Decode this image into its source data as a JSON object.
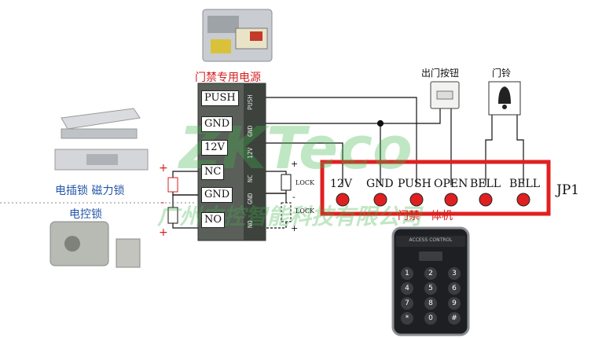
{
  "psu": {
    "title": "门禁专用电源",
    "terminals": [
      "PUSH",
      "GND",
      "12V",
      "NC",
      "GND",
      "NO"
    ],
    "side_labels": [
      "PUSH",
      "GND",
      "12V",
      "NC",
      "GND",
      "NO"
    ]
  },
  "exit_button": {
    "label": "出门按钮"
  },
  "doorbell": {
    "label": "门铃"
  },
  "controller": {
    "terminals": [
      "12V",
      "GND",
      "PUSH",
      "OPEN",
      "BELL",
      "BELL"
    ],
    "jp_label": "JP1",
    "caption": "门禁一体机",
    "keypad_header": "ACCESS CONTROL"
  },
  "locks": {
    "strike_magnetic": "电插锁 磁力锁",
    "electric_control": "电控锁",
    "lock_label_1": "LOCK",
    "lock_label_2": "LOCK"
  },
  "watermark": {
    "logo": "ZKTeco",
    "company": "广州中控智能科技有限公司"
  },
  "keypad": {
    "keys": [
      "1",
      "2",
      "3",
      "4",
      "5",
      "6",
      "7",
      "8",
      "9",
      "*",
      "0",
      "#"
    ]
  },
  "colors": {
    "wire": "#111111",
    "red_box": "#e02020",
    "plus": "#d42020",
    "watermark": "#3fb54a"
  }
}
